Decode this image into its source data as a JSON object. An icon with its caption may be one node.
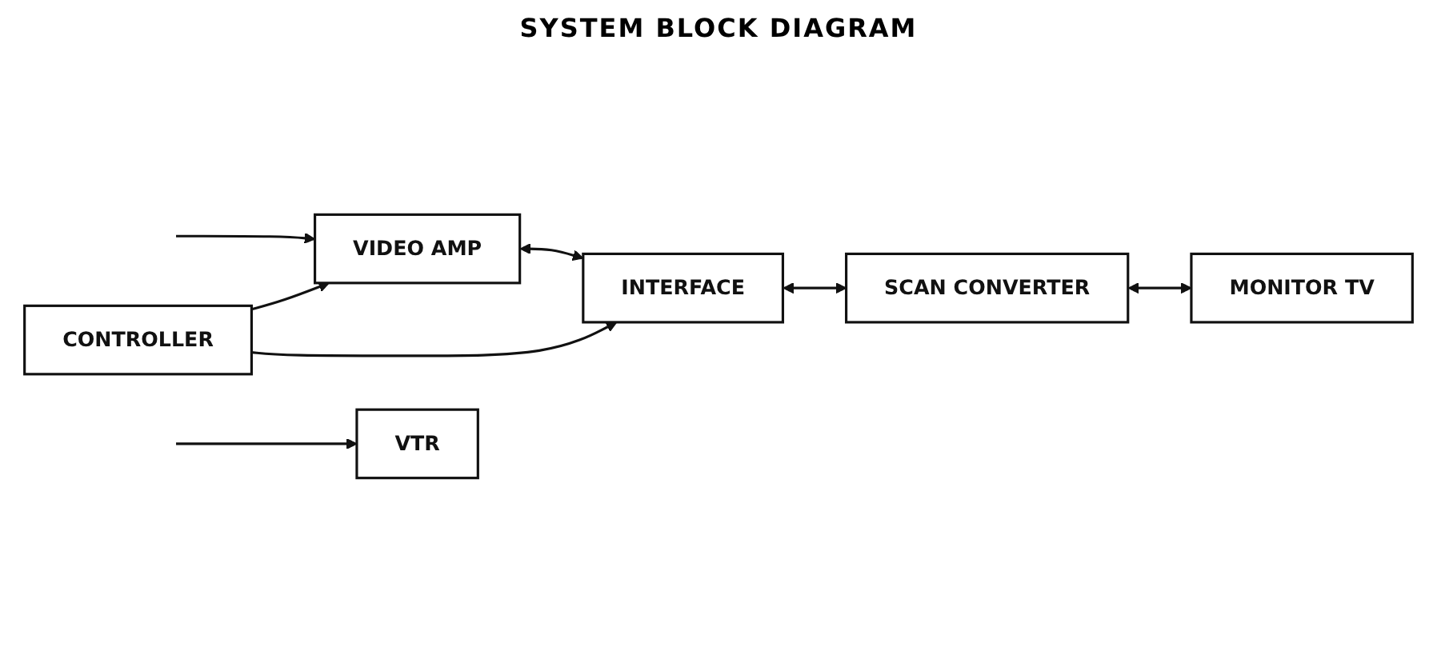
{
  "diagram": {
    "title": "SYSTEM BLOCK DIAGRAM",
    "nodes": [
      {
        "text": [
          "VIDEO AMP"
        ]
      },
      {
        "text": [
          "INTERFACE"
        ]
      },
      {
        "text": [
          "SCAN CONVERTER"
        ]
      },
      {
        "text": [
          "MONITOR TV"
        ]
      },
      {
        "text": [
          "CONTROLLER"
        ]
      },
      {
        "text": [
          "VTR"
        ]
      }
    ],
    "edges": [
      {
        "from": null,
        "to": 0,
        "arrow": "to"
      },
      {
        "from": 0,
        "to": 1,
        "arrow": "both"
      },
      {
        "from": 4,
        "to": 0,
        "arrow": "to"
      },
      {
        "from": 4,
        "to": 1,
        "arrow": "to"
      },
      {
        "from": 1,
        "to": 2,
        "arrow": "both"
      },
      {
        "from": 2,
        "to": 3,
        "arrow": "both"
      },
      {
        "from": null,
        "to": 5,
        "arrow": "to"
      }
    ]
  }
}
